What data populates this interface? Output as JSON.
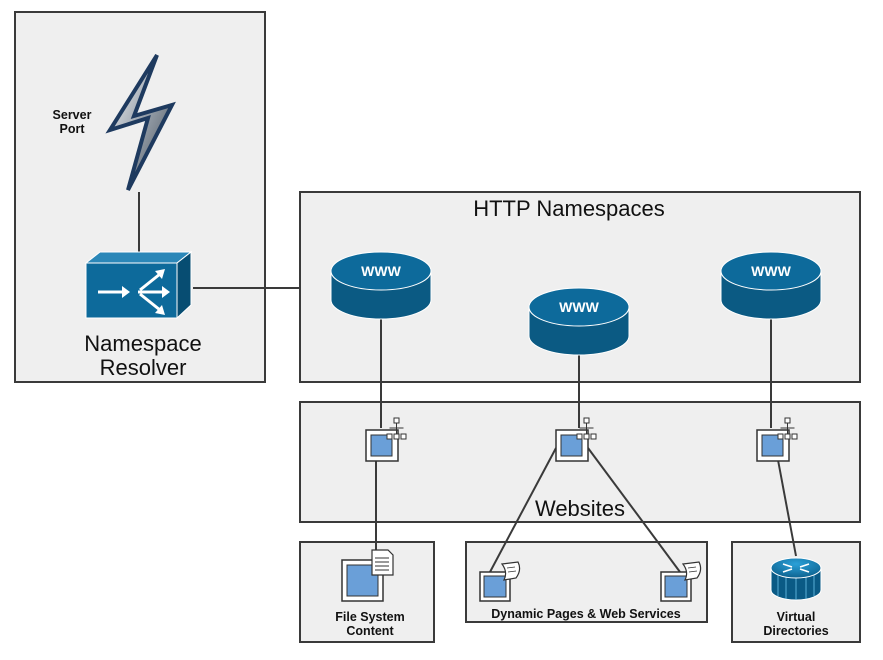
{
  "server_port": {
    "line1": "Server",
    "line2": "Port"
  },
  "resolver": {
    "line1": "Namespace",
    "line2": "Resolver"
  },
  "http_namespaces": {
    "title": "HTTP Namespaces",
    "disks": [
      {
        "label": "WWW"
      },
      {
        "label": "WWW"
      },
      {
        "label": "WWW"
      }
    ]
  },
  "websites": {
    "title": "Websites"
  },
  "file_system": {
    "line1": "File System",
    "line2": "Content"
  },
  "dynamic_pages": {
    "label": "Dynamic Pages & Web Services"
  },
  "virtual_dirs": {
    "line1": "Virtual",
    "line2": "Directories"
  },
  "colors": {
    "blue": "#0d5f8a",
    "panel": "#efefef",
    "page_blue": "#6a9fd8"
  }
}
